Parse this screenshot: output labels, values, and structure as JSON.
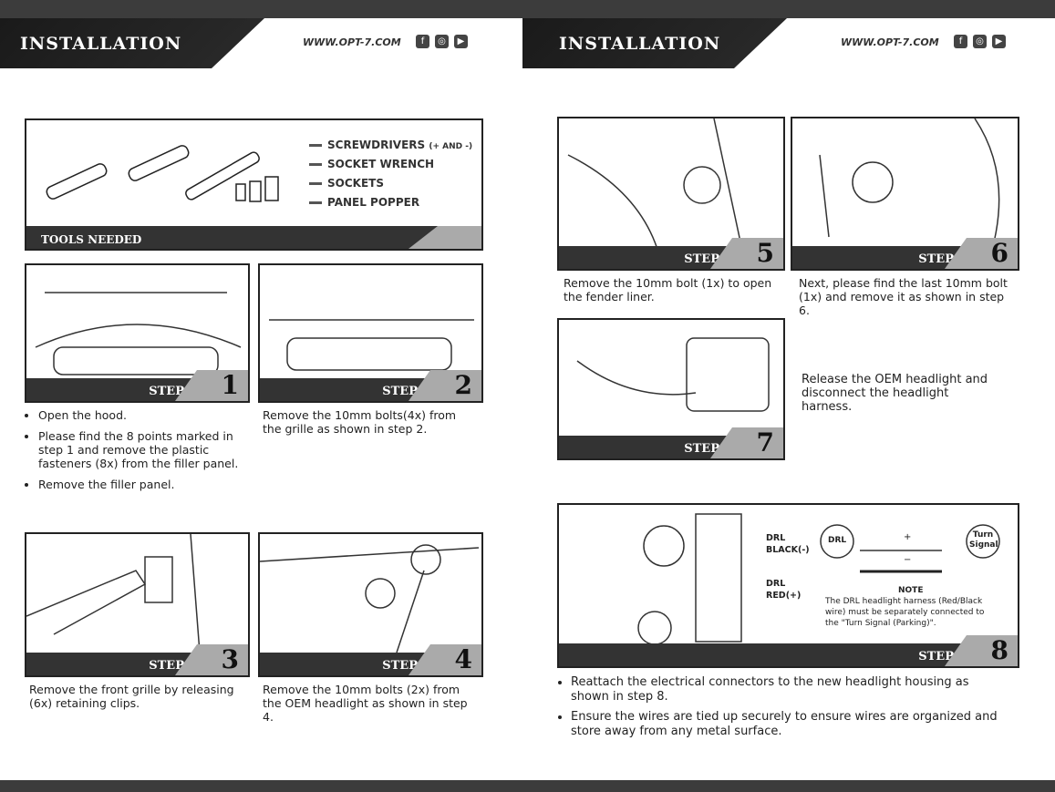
{
  "header": {
    "title": "INSTALLATION",
    "url": "WWW.OPT-7.COM",
    "social": [
      "f",
      "◎",
      "▶"
    ]
  },
  "tools": {
    "label": "TOOLS NEEDED",
    "items": [
      {
        "name": "SCREWDRIVERS",
        "note": "(+ AND -)"
      },
      {
        "name": "SOCKET WRENCH",
        "note": ""
      },
      {
        "name": "SOCKETS",
        "note": ""
      },
      {
        "name": "PANEL POPPER",
        "note": ""
      }
    ]
  },
  "step_label": "STEP",
  "steps": [
    {
      "num": "1",
      "bullets": [
        "Open the hood.",
        "Please find the 8 points marked in step 1 and remove the plastic fasteners (8x) from the filler panel.",
        "Remove the filler panel."
      ]
    },
    {
      "num": "2",
      "text": "Remove the 10mm bolts(4x) from the grille as shown in step 2."
    },
    {
      "num": "3",
      "text": "Remove the front grille by releasing (6x) retaining clips."
    },
    {
      "num": "4",
      "text": "Remove the 10mm bolts (2x) from the OEM headlight as shown in step 4."
    },
    {
      "num": "5",
      "text": "Remove the 10mm bolt (1x) to open the fender liner."
    },
    {
      "num": "6",
      "text": "Next, please find the last 10mm bolt (1x) and remove it as shown in step 6."
    },
    {
      "num": "7",
      "text": "Release the OEM headlight and disconnect the headlight harness."
    },
    {
      "num": "8",
      "bullets": [
        "Reattach the electrical connectors to the new headlight housing as shown in step 8.",
        "Ensure the wires are tied up securely to ensure wires are organized and store away from any metal surface."
      ]
    }
  ],
  "diagram": {
    "drl_black": "DRL BLACK(-)",
    "drl_red": "DRL RED(+)",
    "bulb_left": "DRL",
    "bulb_right": "Turn Signal",
    "plus": "+",
    "minus": "−",
    "note_title": "NOTE",
    "note_text": "The DRL headlight harness (Red/Black wire) must be separately connected to the \"Turn Signal (Parking)\"."
  }
}
